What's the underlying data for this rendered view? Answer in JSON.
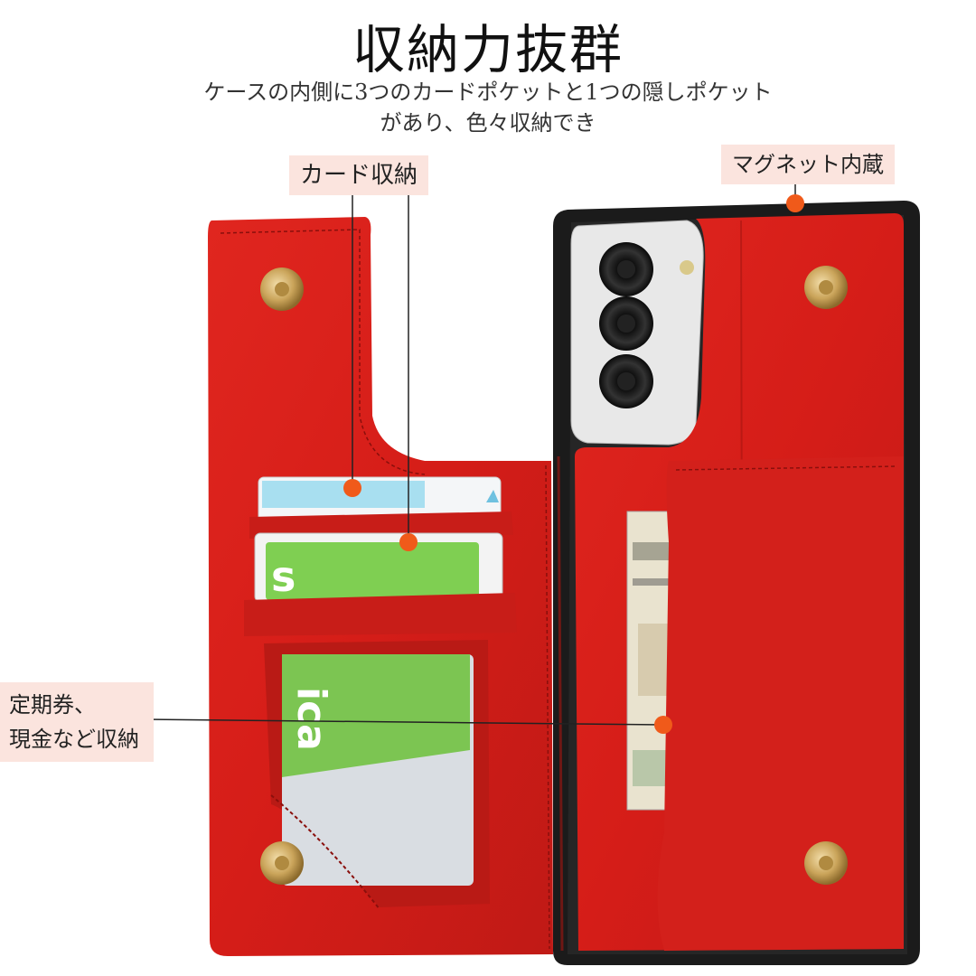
{
  "heading": {
    "title": "収納力抜群",
    "subtitle_line1": "ケースの内側に3つのカードポケットと1つの隠しポケット",
    "subtitle_line2": "があり、色々収納でき"
  },
  "callouts": {
    "card_storage": "カード収納",
    "magnet": "マグネット内蔵",
    "pass_line1": "定期券、",
    "pass_line2": "現金など収納"
  },
  "colors": {
    "leather": "#d8201c",
    "leather_dark": "#b01714",
    "case_black": "#1a1a1a",
    "callout_bg": "#fbe4de",
    "marker": "#f05a1a",
    "snap_gold": "#c9a55a"
  }
}
